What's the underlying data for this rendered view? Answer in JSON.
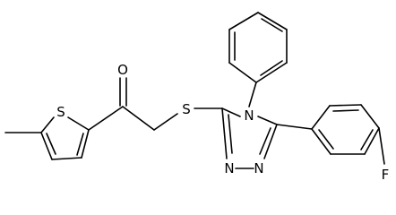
{
  "molecule": {
    "atoms": {
      "oxygen": "O",
      "thiophene_sulfur": "S",
      "thioether_sulfur": "S",
      "triazole_n4": "N",
      "triazole_n1": "N",
      "triazole_n2": "N",
      "fluorine": "F"
    }
  },
  "colors": {
    "bond": "#000000",
    "label": "#000000",
    "background": "#ffffff"
  }
}
